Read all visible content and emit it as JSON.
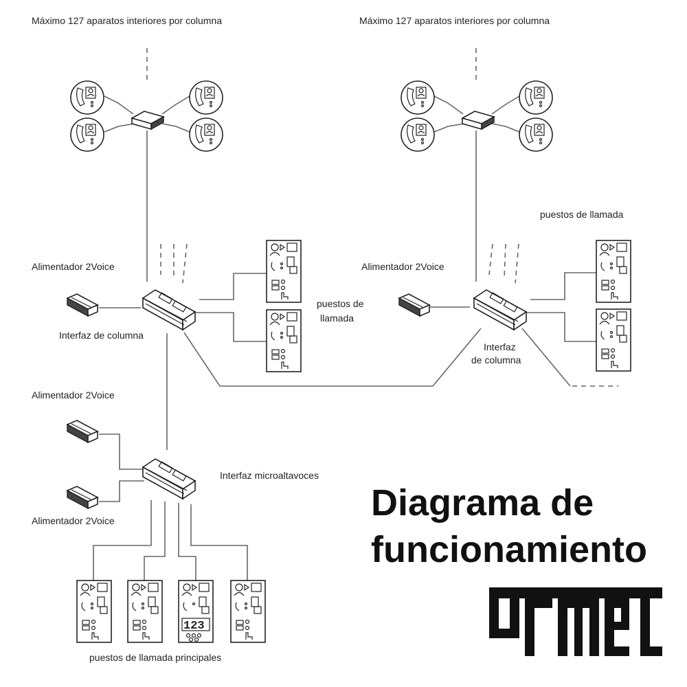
{
  "labels": {
    "max_left": "Máximo 127 aparatos interiores por columna",
    "max_right": "Máximo 127 aparatos interiores por columna",
    "puestos_right": "puestos de llamada",
    "alim_left": "Alimentador 2Voice",
    "alim_right": "Alimentador 2Voice",
    "puestos_mid_1": "puestos de",
    "puestos_mid_2": "llamada",
    "interfaz_left": "Interfaz de columna",
    "interfaz_right_1": "Interfaz",
    "interfaz_right_2": "de columna",
    "alim_bottom_top": "Alimentador 2Voice",
    "interfaz_micro": "Interfaz microaltavoces",
    "alim_bottom_low": "Alimentador 2Voice",
    "puestos_principales": "puestos de llamada principales",
    "panel_display": "123"
  },
  "title": {
    "line1": "Diagrama de",
    "line2": "funcionamiento"
  },
  "brand": {
    "name": "urmet"
  },
  "colors": {
    "lines": "#666666",
    "ink": "#222222",
    "title": "#111111"
  }
}
